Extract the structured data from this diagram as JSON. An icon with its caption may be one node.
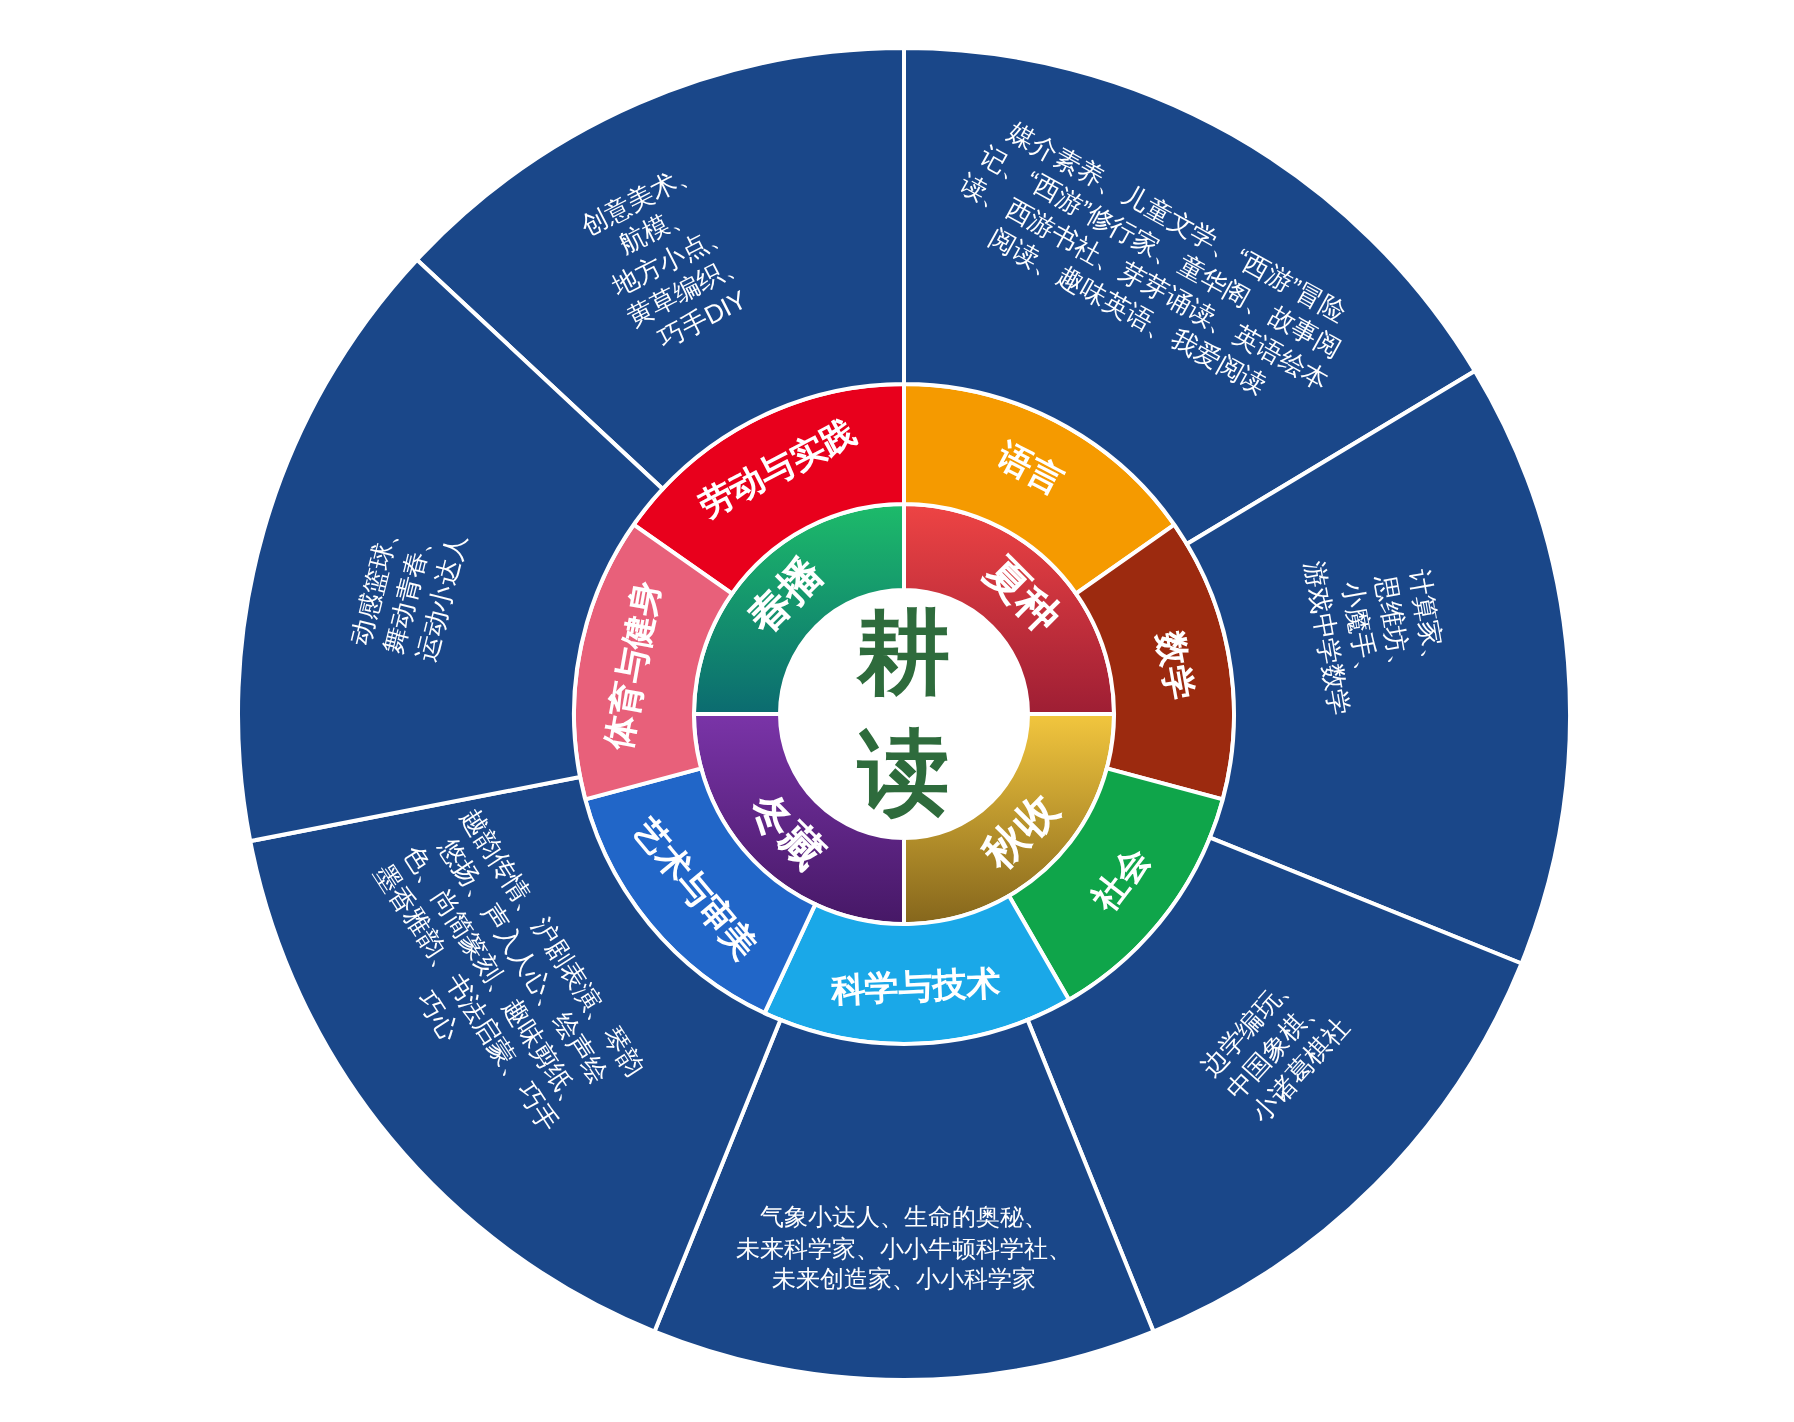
{
  "diagram": {
    "nodes": [
      {
        "text": [
          "耕读"
        ]
      },
      {
        "text": [
          "春播"
        ]
      },
      {
        "text": [
          "夏种"
        ]
      },
      {
        "text": [
          "秋收"
        ]
      },
      {
        "text": [
          "冬藏"
        ]
      },
      {
        "text": [
          "劳动与实践"
        ]
      },
      {
        "text": [
          "语言"
        ]
      },
      {
        "text": [
          "数学"
        ]
      },
      {
        "text": [
          "社会"
        ]
      },
      {
        "text": [
          "科学与技术"
        ]
      },
      {
        "text": [
          "艺术与审美"
        ]
      },
      {
        "text": [
          "体育与健身"
        ]
      },
      {
        "text": [
          "创意美术、航模、地方小点、黄草编织、巧手DIY"
        ]
      },
      {
        "text": [
          "媒介素养、儿童文学、“西游”冒险记、“西游”修行家、童华阁、故事阅读、西游书社、芽芽诵读、英语绘本阅读、趣味英语、我爱阅读"
        ]
      },
      {
        "text": [
          "计算家、思维坊、小魔手、游戏中学数学"
        ]
      },
      {
        "text": [
          "边学编玩、中国象棋、小诸葛棋社"
        ]
      },
      {
        "text": [
          "气象小达人、生命的奥秘、未来科学家、小小牛顿科学社、未来创造家、小小科学家"
        ]
      },
      {
        "text": [
          "越韵传情、沪剧表演、琴韵悠扬、声入人心、绘声绘色、尚简篆刻、趣味剪纸、墨香雅韵、书法启蒙、巧手巧心"
        ]
      },
      {
        "text": [
          "动感篮球、舞动青春、运动小达人"
        ]
      }
    ]
  }
}
